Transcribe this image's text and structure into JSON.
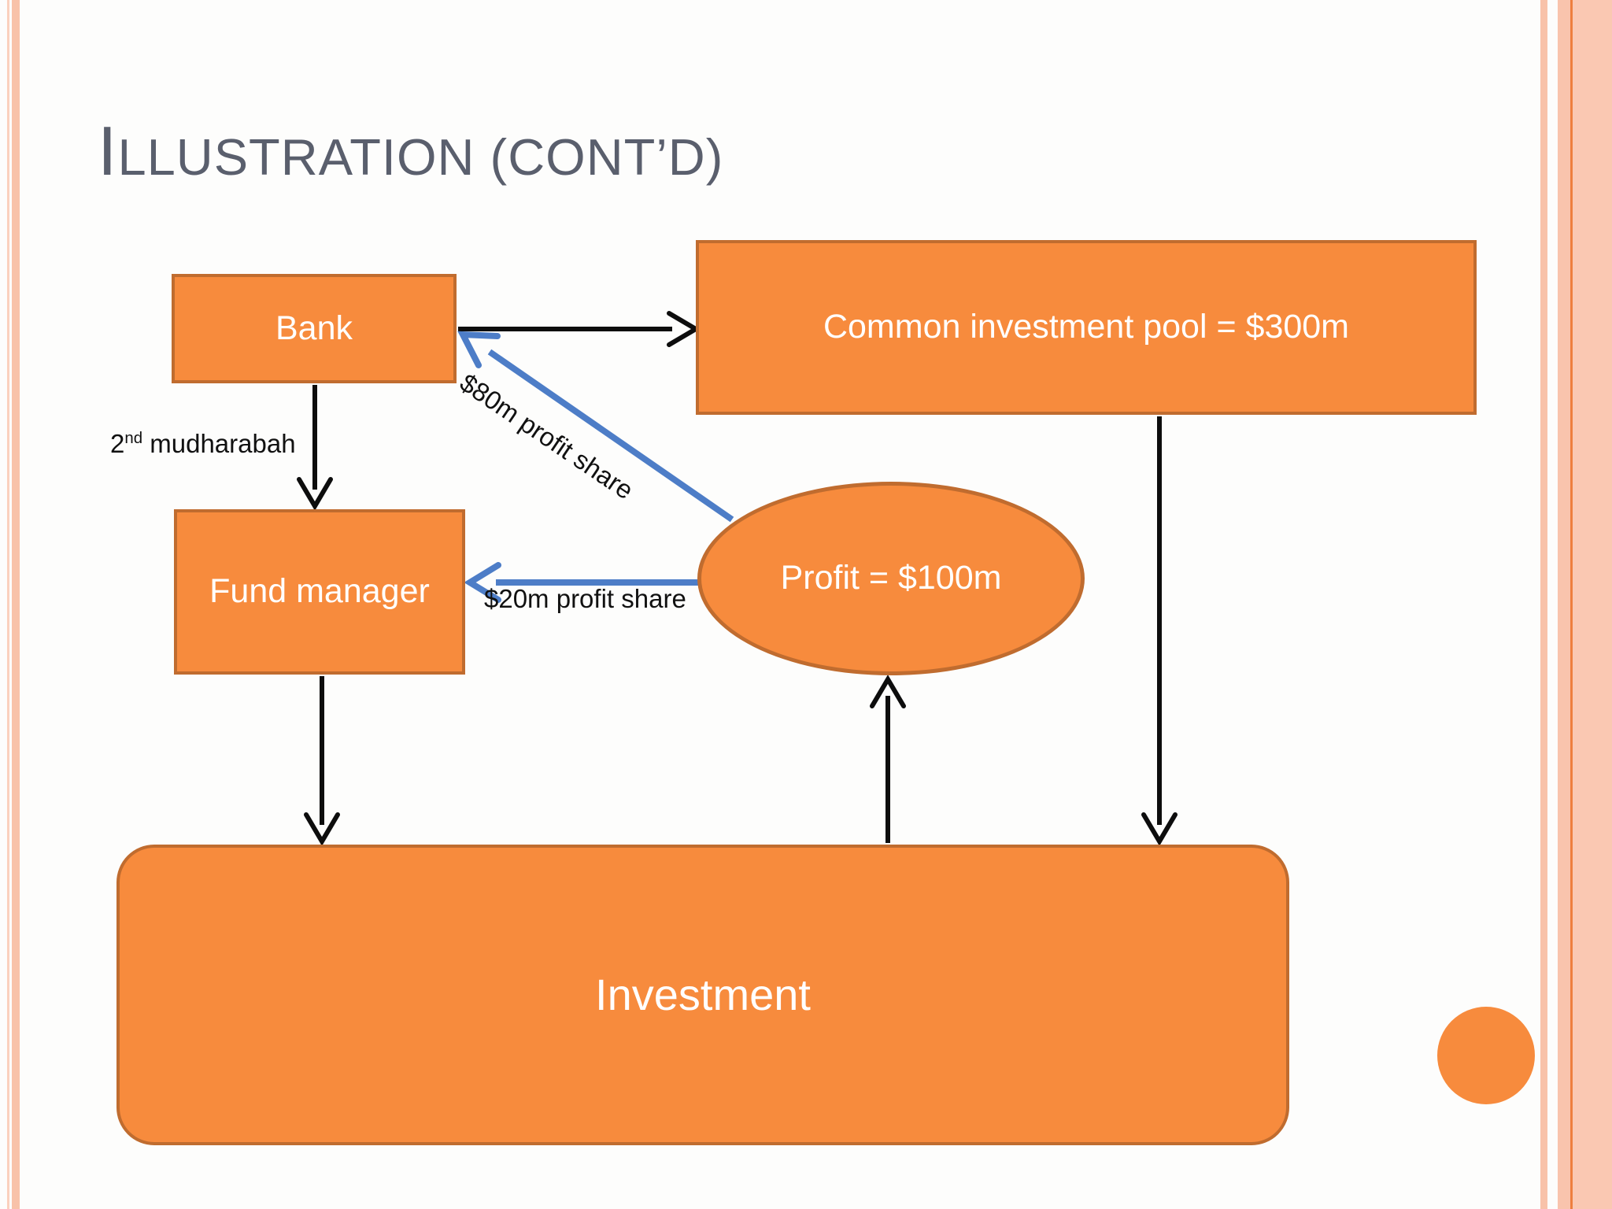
{
  "title": {
    "initial": "I",
    "rest": "LLUSTRATION (CONT’D)"
  },
  "nodes": {
    "bank": "Bank",
    "pool": "Common investment pool = $300m",
    "fund_manager": "Fund manager",
    "profit": "Profit = $100m",
    "investment": "Investment"
  },
  "labels": {
    "mudharabah": {
      "prefix": "2",
      "sup": "nd",
      "rest": " mudharabah"
    },
    "share80": "$80m profit share",
    "share20": "$20m profit share"
  },
  "colors": {
    "node_fill": "#F78B3D",
    "node_border": "#C06C2F",
    "node_text": "#FFFFFF",
    "arrow_black": "#0D0D0D",
    "arrow_blue": "#4D7DC7",
    "title_text": "#5A5F6D",
    "frame_stripe_pink": "#F8C2A9",
    "frame_stripe_dark_orange": "#EE7F3E"
  }
}
